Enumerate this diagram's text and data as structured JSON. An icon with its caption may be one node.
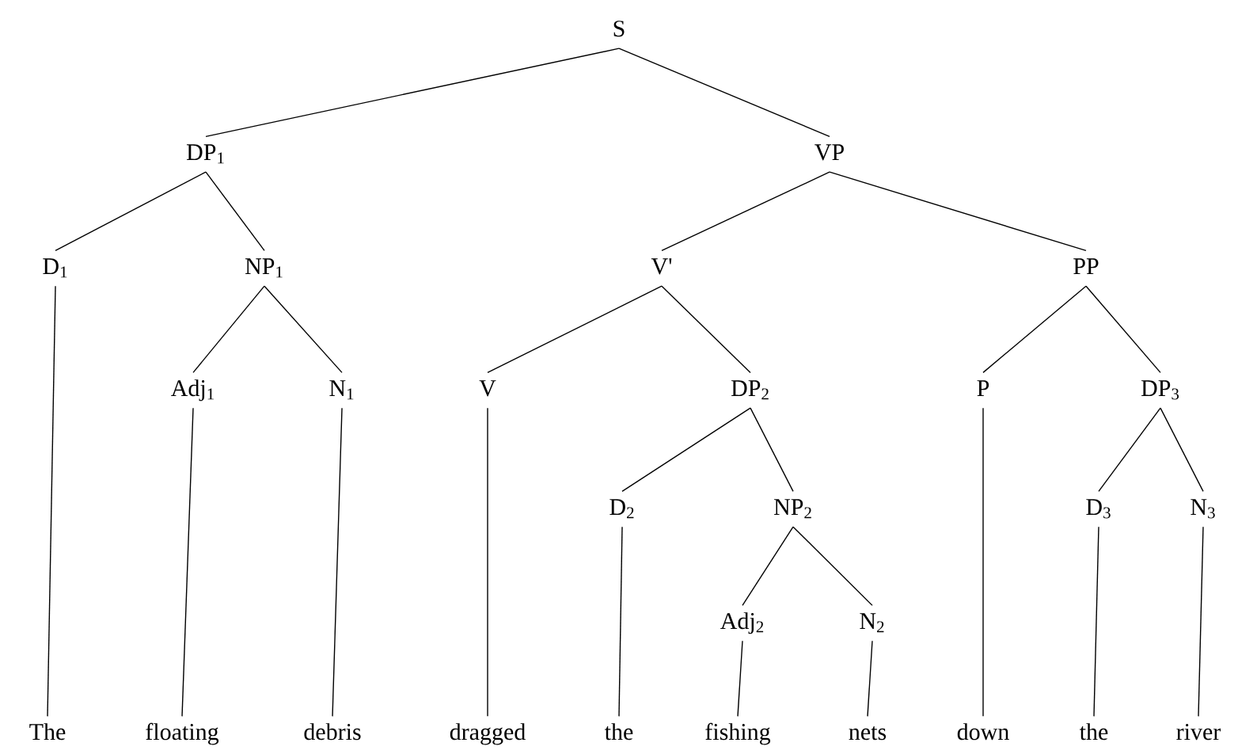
{
  "diagram": {
    "nodes": [
      {
        "text": [
          "S"
        ]
      },
      {
        "text": [
          "DP$_{1}$"
        ]
      },
      {
        "text": [
          "VP"
        ]
      },
      {
        "text": [
          "D$_{1}$"
        ]
      },
      {
        "text": [
          "NP$_{1}$"
        ]
      },
      {
        "text": [
          "V'"
        ]
      },
      {
        "text": [
          "PP"
        ]
      },
      {
        "text": [
          "Adj$_{1}$"
        ]
      },
      {
        "text": [
          "N$_{1}$"
        ]
      },
      {
        "text": [
          "V"
        ]
      },
      {
        "text": [
          "DP$_{2}$"
        ]
      },
      {
        "text": [
          "P"
        ]
      },
      {
        "text": [
          "DP$_{3}$"
        ]
      },
      {
        "text": [
          "D$_{2}$"
        ]
      },
      {
        "text": [
          "NP$_{2}$"
        ]
      },
      {
        "text": [
          "D$_{3}$"
        ]
      },
      {
        "text": [
          "N$_{3}$"
        ]
      },
      {
        "text": [
          "Adj$_{2}$"
        ]
      },
      {
        "text": [
          "N$_{2}$"
        ]
      },
      {
        "text": [
          "The"
        ]
      },
      {
        "text": [
          "floating"
        ]
      },
      {
        "text": [
          "debris"
        ]
      },
      {
        "text": [
          "dragged"
        ]
      },
      {
        "text": [
          "the"
        ]
      },
      {
        "text": [
          "fishing"
        ]
      },
      {
        "text": [
          "nets"
        ]
      },
      {
        "text": [
          "down"
        ]
      },
      {
        "text": [
          "the"
        ]
      },
      {
        "text": [
          "river"
        ]
      }
    ],
    "edges": [
      {
        "from": 0,
        "to": 1,
        "arrow": "none"
      },
      {
        "from": 0,
        "to": 2,
        "arrow": "none"
      },
      {
        "from": 1,
        "to": 3,
        "arrow": "none"
      },
      {
        "from": 1,
        "to": 4,
        "arrow": "none"
      },
      {
        "from": 4,
        "to": 7,
        "arrow": "none"
      },
      {
        "from": 4,
        "to": 8,
        "arrow": "none"
      },
      {
        "from": 2,
        "to": 5,
        "arrow": "none"
      },
      {
        "from": 2,
        "to": 6,
        "arrow": "none"
      },
      {
        "from": 5,
        "to": 9,
        "arrow": "none"
      },
      {
        "from": 5,
        "to": 10,
        "arrow": "none"
      },
      {
        "from": 6,
        "to": 11,
        "arrow": "none"
      },
      {
        "from": 6,
        "to": 12,
        "arrow": "none"
      },
      {
        "from": 10,
        "to": 13,
        "arrow": "none"
      },
      {
        "from": 10,
        "to": 14,
        "arrow": "none"
      },
      {
        "from": 14,
        "to": 17,
        "arrow": "none"
      },
      {
        "from": 14,
        "to": 18,
        "arrow": "none"
      },
      {
        "from": 12,
        "to": 15,
        "arrow": "none"
      },
      {
        "from": 12,
        "to": 16,
        "arrow": "none"
      },
      {
        "from": 3,
        "to": 19,
        "arrow": "none"
      },
      {
        "from": 7,
        "to": 20,
        "arrow": "none"
      },
      {
        "from": 8,
        "to": 21,
        "arrow": "none"
      },
      {
        "from": 9,
        "to": 22,
        "arrow": "none"
      },
      {
        "from": 13,
        "to": 23,
        "arrow": "none"
      },
      {
        "from": 17,
        "to": 24,
        "arrow": "none"
      },
      {
        "from": 18,
        "to": 25,
        "arrow": "none"
      },
      {
        "from": 11,
        "to": 26,
        "arrow": "none"
      },
      {
        "from": 15,
        "to": 27,
        "arrow": "none"
      },
      {
        "from": 16,
        "to": 28,
        "arrow": "none"
      }
    ]
  }
}
